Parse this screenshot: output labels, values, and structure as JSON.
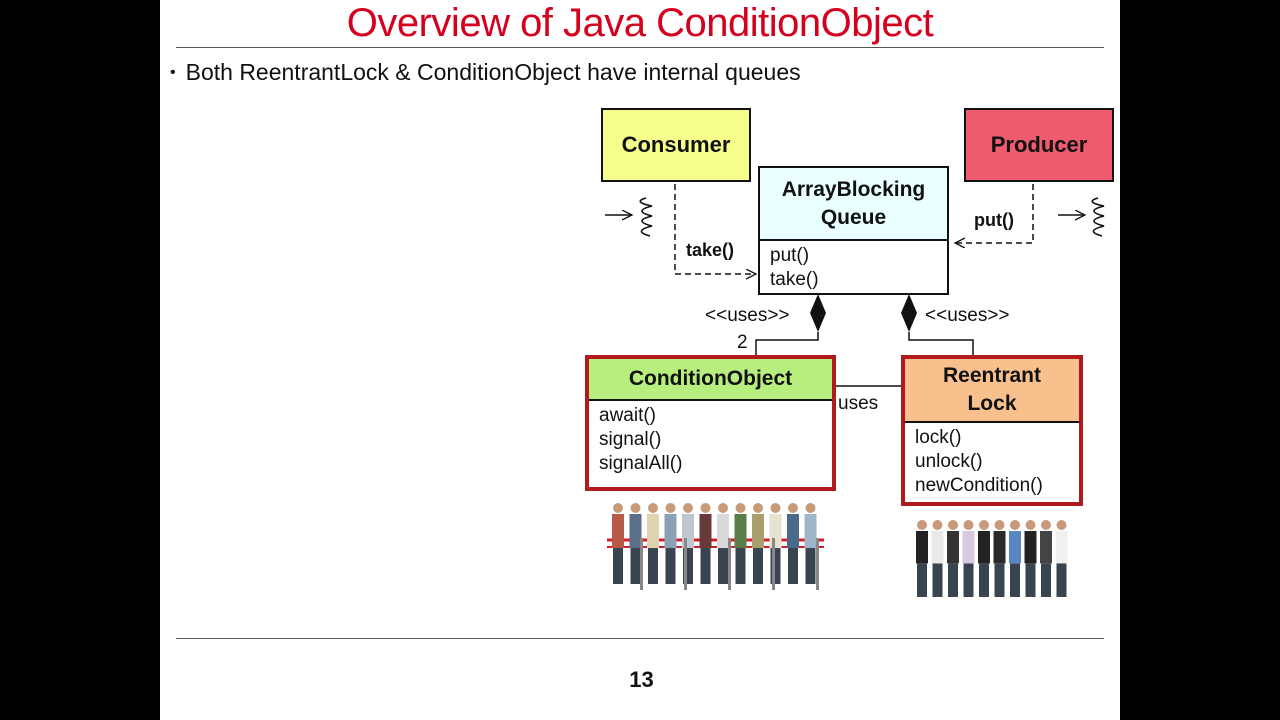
{
  "slide": {
    "title": "Overview of Java ConditionObject",
    "bullet": "Both ReentrantLock & ConditionObject have internal queues",
    "page_number": "13"
  },
  "diagram": {
    "consumer": "Consumer",
    "producer": "Producer",
    "queue": {
      "name_line1": "ArrayBlocking",
      "name_line2": "Queue",
      "ops": [
        "put()",
        "take()"
      ]
    },
    "condition_object": {
      "name": "ConditionObject",
      "ops": [
        "await()",
        "signal()",
        "signalAll()"
      ]
    },
    "reentrant_lock": {
      "name_line1": "Reentrant",
      "name_line2": "Lock",
      "ops": [
        "lock()",
        "unlock()",
        "newCondition()"
      ]
    },
    "take_label": "take()",
    "put_label": "put()",
    "uses_left": "<<uses>>",
    "uses_right": "<<uses>>",
    "multiplicity": "2",
    "uses_middle": "uses"
  },
  "colors": {
    "title": "#d4001e",
    "consumer_fill": "#f7ff8c",
    "producer_fill": "#ee5a6e",
    "queue_header_fill": "#eaffff",
    "condition_header_fill": "#b7ee7e",
    "lock_header_fill": "#f7c08c",
    "highlight_border": "#b11a1f"
  }
}
